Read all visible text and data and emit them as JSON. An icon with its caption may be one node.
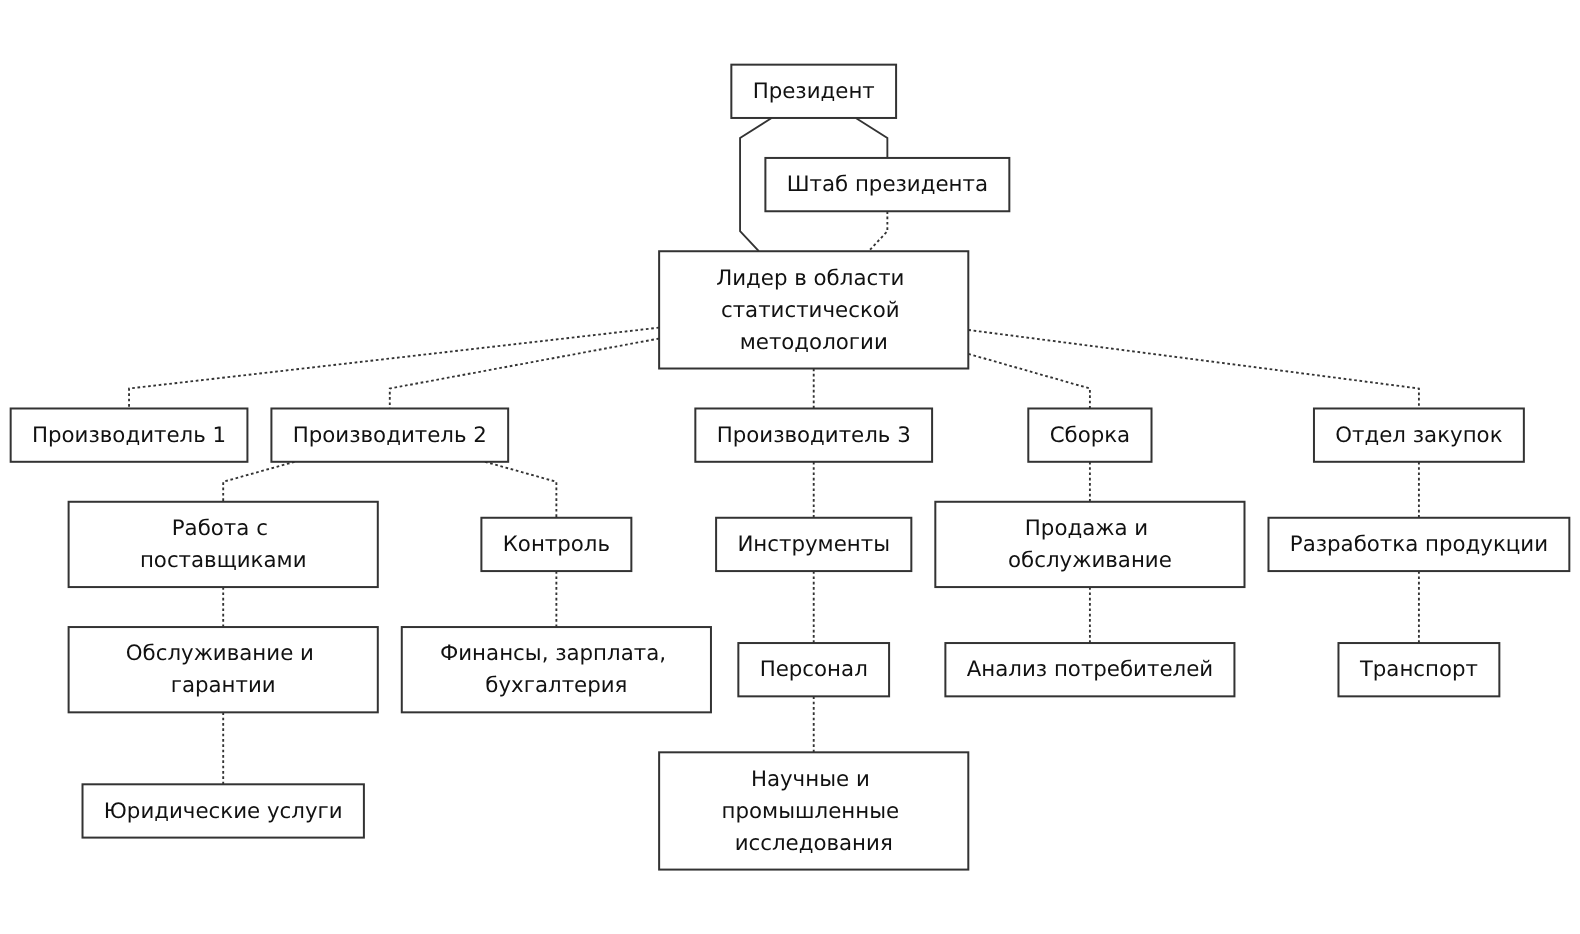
{
  "diagram": {
    "nodes": [
      {
        "text": [
          "Президент"
        ]
      },
      {
        "text": [
          "Штаб президента"
        ]
      },
      {
        "text": [
          "Лидер в области статистической методологии"
        ]
      },
      {
        "text": [
          "Производитель 1"
        ]
      },
      {
        "text": [
          "Производитель 2"
        ]
      },
      {
        "text": [
          "Производитель 3"
        ]
      },
      {
        "text": [
          "Сборка"
        ]
      },
      {
        "text": [
          "Отдел закупок"
        ]
      },
      {
        "text": [
          "Работа с поставщиками"
        ]
      },
      {
        "text": [
          "Контроль"
        ]
      },
      {
        "text": [
          "Инструменты"
        ]
      },
      {
        "text": [
          "Продажа и обслуживание"
        ]
      },
      {
        "text": [
          "Разработка продукции"
        ]
      },
      {
        "text": [
          "Обслуживание и гарантии"
        ]
      },
      {
        "text": [
          "Финансы, зарплата, бухгалтерия"
        ]
      },
      {
        "text": [
          "Персонал"
        ]
      },
      {
        "text": [
          "Анализ потребителей"
        ]
      },
      {
        "text": [
          "Транспорт"
        ]
      },
      {
        "text": [
          "Юридические услуги"
        ]
      },
      {
        "text": [
          "Научные и промышленные исследования"
        ]
      }
    ],
    "edges": [
      {
        "from": 0,
        "to": 1,
        "arrow": "none"
      },
      {
        "from": 0,
        "to": 2,
        "arrow": "none"
      },
      {
        "from": 1,
        "to": 2,
        "arrow": "none",
        "style": "dashed"
      },
      {
        "from": 2,
        "to": 3,
        "arrow": "none",
        "style": "dashed"
      },
      {
        "from": 2,
        "to": 4,
        "arrow": "none",
        "style": "dashed"
      },
      {
        "from": 2,
        "to": 5,
        "arrow": "none",
        "style": "dashed"
      },
      {
        "from": 2,
        "to": 6,
        "arrow": "none",
        "style": "dashed"
      },
      {
        "from": 2,
        "to": 7,
        "arrow": "none",
        "style": "dashed"
      },
      {
        "from": 4,
        "to": 8,
        "arrow": "none",
        "style": "dashed"
      },
      {
        "from": 4,
        "to": 9,
        "arrow": "none",
        "style": "dashed"
      },
      {
        "from": 5,
        "to": 10,
        "arrow": "none",
        "style": "dashed"
      },
      {
        "from": 6,
        "to": 11,
        "arrow": "none",
        "style": "dashed"
      },
      {
        "from": 7,
        "to": 12,
        "arrow": "none",
        "style": "dashed"
      },
      {
        "from": 8,
        "to": 13,
        "arrow": "none",
        "style": "dashed"
      },
      {
        "from": 9,
        "to": 14,
        "arrow": "none",
        "style": "dashed"
      },
      {
        "from": 10,
        "to": 15,
        "arrow": "none",
        "style": "dashed"
      },
      {
        "from": 11,
        "to": 16,
        "arrow": "none",
        "style": "dashed"
      },
      {
        "from": 12,
        "to": 17,
        "arrow": "none",
        "style": "dashed"
      },
      {
        "from": 13,
        "to": 18,
        "arrow": "none",
        "style": "dashed"
      },
      {
        "from": 15,
        "to": 19,
        "arrow": "none",
        "style": "dashed"
      }
    ]
  }
}
